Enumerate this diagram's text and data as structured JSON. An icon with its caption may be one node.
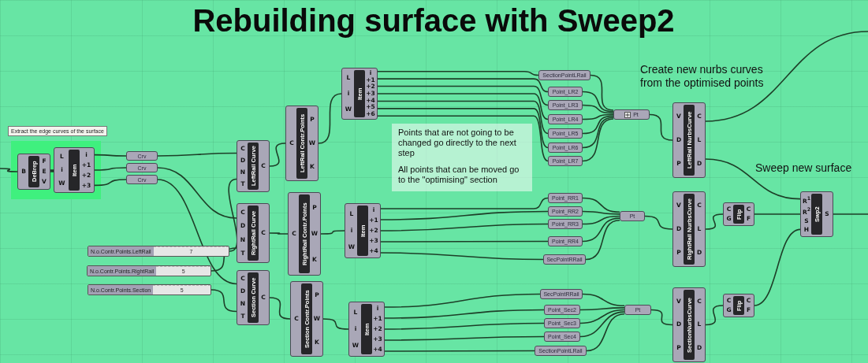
{
  "diagram": {
    "title": "Rebuilding surface with Sweep2",
    "nodes": [
      {
        "text": [
          "Extract the edge curves of the surface"
        ]
      },
      {
        "text": [
          "DeBrep",
          "B",
          "F",
          "E",
          "V"
        ],
        "in": 0
      },
      {
        "text": [
          "Item",
          "L",
          "i",
          "W",
          "i",
          "+1",
          "+2",
          "+3"
        ],
        "in": 0
      },
      {
        "text": [
          "Crv"
        ]
      },
      {
        "text": [
          "Crv"
        ]
      },
      {
        "text": [
          "Crv"
        ]
      },
      {
        "text": [
          "N.o.Contr.Points.LeftRail",
          "7"
        ]
      },
      {
        "text": [
          "N.o.Contr.Points.RightRail",
          "5"
        ]
      },
      {
        "text": [
          "N.o.Contr.Points.Section",
          "5"
        ]
      },
      {
        "text": [
          "LeftRail Curve",
          "C",
          "D",
          "N",
          "T",
          "C"
        ]
      },
      {
        "text": [
          "RightRail Curve",
          "C",
          "D",
          "N",
          "T",
          "C"
        ]
      },
      {
        "text": [
          "Section Curve",
          "C",
          "D",
          "N",
          "T",
          "C"
        ]
      },
      {
        "text": [
          "LeftRail Contr.Points",
          "C",
          "P",
          "W",
          "K"
        ]
      },
      {
        "text": [
          "RightRail Contr.Points",
          "C",
          "P",
          "W",
          "K"
        ]
      },
      {
        "text": [
          "Section Contr.Points",
          "C",
          "P",
          "W",
          "K"
        ]
      },
      {
        "text": [
          "Item",
          "L",
          "i",
          "W",
          "i",
          "+1",
          "+2",
          "+3",
          "+4",
          "+5",
          "+6"
        ]
      },
      {
        "text": [
          "Item",
          "L",
          "i",
          "W",
          "i",
          "+1",
          "+2",
          "+3",
          "+4"
        ]
      },
      {
        "text": [
          "Item",
          "L",
          "i",
          "W",
          "i",
          "+1",
          "+2",
          "+3",
          "+4"
        ]
      },
      {
        "text": [
          "Points that are not going to be changed go directly to the next step",
          "All points that can be moved go to the \"optimising\" section"
        ]
      },
      {
        "text": [
          "SectionPointLRail"
        ]
      },
      {
        "text": [
          "Point_LR2"
        ]
      },
      {
        "text": [
          "Point_LR3"
        ]
      },
      {
        "text": [
          "Point_LR4"
        ]
      },
      {
        "text": [
          "Point_LR5"
        ]
      },
      {
        "text": [
          "Point_LR6"
        ]
      },
      {
        "text": [
          "Point_LR7"
        ]
      },
      {
        "text": [
          "Point_RR1"
        ]
      },
      {
        "text": [
          "Point_RR2"
        ]
      },
      {
        "text": [
          "Point_RR3"
        ]
      },
      {
        "text": [
          "Point_RR4"
        ]
      },
      {
        "text": [
          "SecPointRRail"
        ]
      },
      {
        "text": [
          "SecPointRRail"
        ]
      },
      {
        "text": [
          "Point_Sec2"
        ]
      },
      {
        "text": [
          "Point_Sec3"
        ]
      },
      {
        "text": [
          "Point_Sec4"
        ]
      },
      {
        "text": [
          "SectionPointLRail"
        ]
      },
      {
        "text": [
          "Pt"
        ]
      },
      {
        "text": [
          "Pt"
        ]
      },
      {
        "text": [
          "Pt"
        ]
      },
      {
        "text": [
          "LeftRail NurbsCurve",
          "V",
          "D",
          "P",
          "C",
          "L",
          "D"
        ]
      },
      {
        "text": [
          "RightRail NurbsCurve",
          "V",
          "D",
          "P",
          "C",
          "L",
          "D"
        ]
      },
      {
        "text": [
          "SectionNurbsCurve",
          "V",
          "D",
          "P",
          "C",
          "L",
          "D"
        ]
      },
      {
        "text": [
          "Flip",
          "C",
          "G",
          "C",
          "F"
        ]
      },
      {
        "text": [
          "Flip",
          "C",
          "G",
          "C",
          "F"
        ]
      },
      {
        "text": [
          "Swp2",
          "R$^{1}$",
          "R$^{2}$",
          "S",
          "H",
          "S"
        ]
      }
    ],
    "edges": [
      {
        "from": null,
        "to": 1,
        "arrow": "none"
      },
      {
        "from": 1,
        "to": 2,
        "arrow": "none"
      },
      {
        "from": 2,
        "to": 3,
        "arrow": "none"
      },
      {
        "from": 2,
        "to": 4,
        "arrow": "none"
      },
      {
        "from": 2,
        "to": 5,
        "arrow": "none"
      },
      {
        "from": 3,
        "to": 9,
        "arrow": "none"
      },
      {
        "from": 4,
        "to": 10,
        "arrow": "none"
      },
      {
        "from": 5,
        "to": 11,
        "arrow": "none"
      },
      {
        "from": 6,
        "to": 9,
        "arrow": "none"
      },
      {
        "from": 7,
        "to": 10,
        "arrow": "none"
      },
      {
        "from": 8,
        "to": 11,
        "arrow": "none"
      },
      {
        "from": 9,
        "to": 12,
        "arrow": "none"
      },
      {
        "from": 10,
        "to": 13,
        "arrow": "none"
      },
      {
        "from": 11,
        "to": 14,
        "arrow": "none"
      },
      {
        "from": 12,
        "to": 15,
        "arrow": "none"
      },
      {
        "from": 13,
        "to": 16,
        "arrow": "none"
      },
      {
        "from": 14,
        "to": 17,
        "arrow": "none"
      },
      {
        "from": 15,
        "to": 19,
        "arrow": "none"
      },
      {
        "from": 15,
        "to": 20,
        "arrow": "none"
      },
      {
        "from": 15,
        "to": 21,
        "arrow": "none"
      },
      {
        "from": 15,
        "to": 22,
        "arrow": "none"
      },
      {
        "from": 15,
        "to": 23,
        "arrow": "none"
      },
      {
        "from": 15,
        "to": 24,
        "arrow": "none"
      },
      {
        "from": 15,
        "to": 25,
        "arrow": "none"
      },
      {
        "from": 16,
        "to": 26,
        "arrow": "none"
      },
      {
        "from": 16,
        "to": 27,
        "arrow": "none"
      },
      {
        "from": 16,
        "to": 28,
        "arrow": "none"
      },
      {
        "from": 16,
        "to": 29,
        "arrow": "none"
      },
      {
        "from": 16,
        "to": 30,
        "arrow": "none"
      },
      {
        "from": 17,
        "to": 31,
        "arrow": "none"
      },
      {
        "from": 17,
        "to": 32,
        "arrow": "none"
      },
      {
        "from": 17,
        "to": 33,
        "arrow": "none"
      },
      {
        "from": 17,
        "to": 34,
        "arrow": "none"
      },
      {
        "from": 17,
        "to": 35,
        "arrow": "none"
      },
      {
        "from": 19,
        "to": 36,
        "arrow": "none"
      },
      {
        "from": 20,
        "to": 36,
        "arrow": "none"
      },
      {
        "from": 21,
        "to": 36,
        "arrow": "none"
      },
      {
        "from": 22,
        "to": 36,
        "arrow": "none"
      },
      {
        "from": 23,
        "to": 36,
        "arrow": "none"
      },
      {
        "from": 24,
        "to": 36,
        "arrow": "none"
      },
      {
        "from": 25,
        "to": 36,
        "arrow": "none"
      },
      {
        "from": 26,
        "to": 37,
        "arrow": "none"
      },
      {
        "from": 27,
        "to": 37,
        "arrow": "none"
      },
      {
        "from": 28,
        "to": 37,
        "arrow": "none"
      },
      {
        "from": 29,
        "to": 37,
        "arrow": "none"
      },
      {
        "from": 30,
        "to": 37,
        "arrow": "none"
      },
      {
        "from": 31,
        "to": 38,
        "arrow": "none"
      },
      {
        "from": 32,
        "to": 38,
        "arrow": "none"
      },
      {
        "from": 33,
        "to": 38,
        "arrow": "none"
      },
      {
        "from": 34,
        "to": 38,
        "arrow": "none"
      },
      {
        "from": 35,
        "to": 38,
        "arrow": "none"
      },
      {
        "from": 36,
        "to": 39,
        "arrow": "none"
      },
      {
        "from": 37,
        "to": 40,
        "arrow": "none"
      },
      {
        "from": 38,
        "to": 41,
        "arrow": "none"
      },
      {
        "from": 39,
        "to": 44,
        "arrow": "none"
      },
      {
        "from": 40,
        "to": 42,
        "arrow": "none"
      },
      {
        "from": 42,
        "to": 44,
        "arrow": "none"
      },
      {
        "from": 41,
        "to": 43,
        "arrow": "none"
      },
      {
        "from": 43,
        "to": 44,
        "arrow": "none"
      },
      {
        "from": 39,
        "to": null,
        "arrow": "none"
      },
      {
        "from": 44,
        "to": null,
        "arrow": "none"
      }
    ],
    "labels": [
      "Create new nurbs curves from the optimised points",
      "Sweep new surface"
    ]
  }
}
